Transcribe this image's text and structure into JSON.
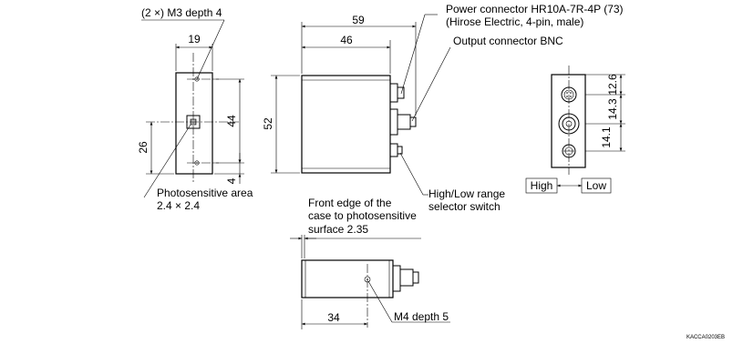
{
  "annotations": {
    "m3_depth": "(2 ×) M3 depth 4",
    "power_connector": "Power connector HR10A-7R-4P (73)",
    "power_connector_sub": "(Hirose Electric, 4-pin, male)",
    "output_connector": "Output connector BNC",
    "photosensitive_area": "Photosensitive area",
    "photosensitive_size": "2.4 × 2.4",
    "range_switch_1": "High/Low range",
    "range_switch_2": "selector switch",
    "front_edge_1": "Front edge of the",
    "front_edge_2": "case to photosensitive",
    "front_edge_3": "surface 2.35",
    "m4_depth": "M4 depth 5",
    "high": "High",
    "low": "Low",
    "code": "KACCA0203EB"
  },
  "dimensions": {
    "d19": "19",
    "d59": "59",
    "d46": "46",
    "d44": "44",
    "d26": "26",
    "d4": "4",
    "d52": "52",
    "d12_6": "12.6",
    "d14_3": "14.3",
    "d14_1": "14.1",
    "d34": "34"
  }
}
